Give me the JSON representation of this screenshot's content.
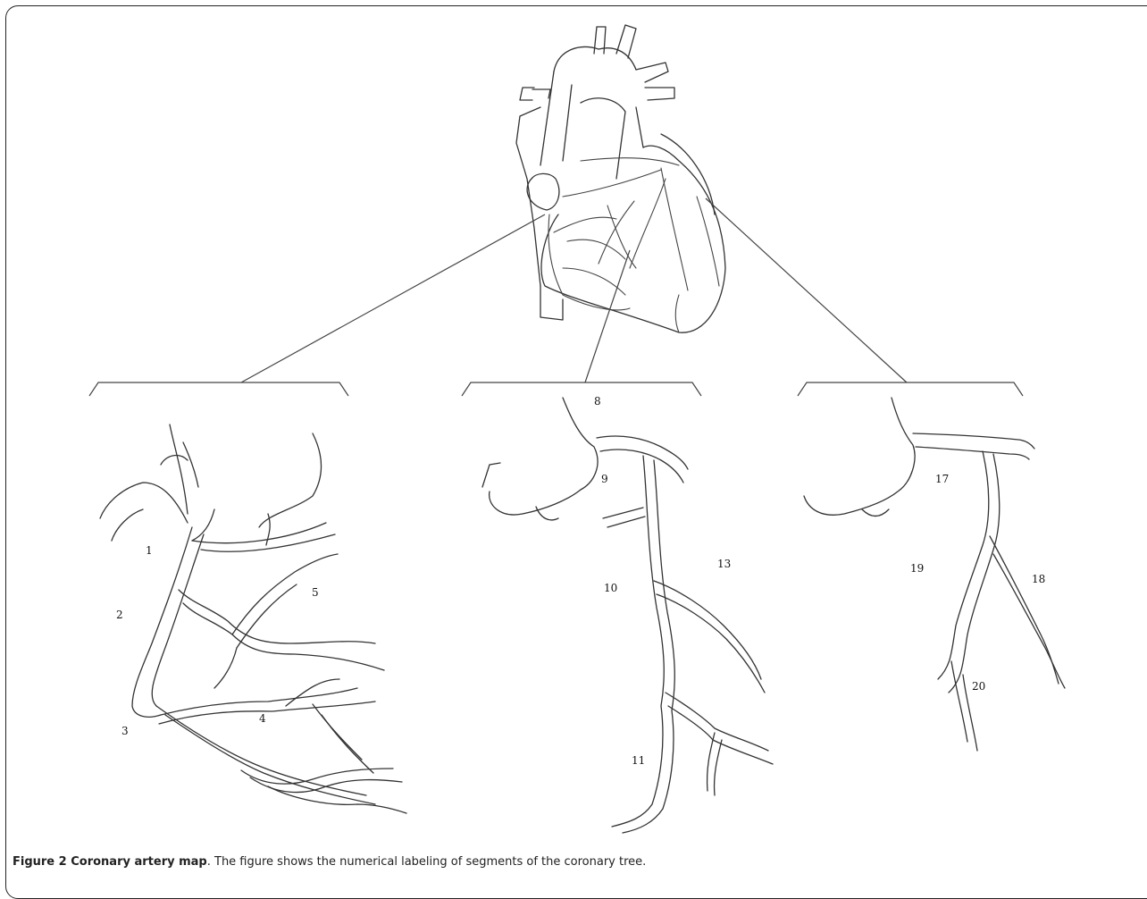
{
  "caption": {
    "bold": "Figure 2 Coronary artery map",
    "text": ". The figure shows the numerical labeling of segments of the coronary tree."
  },
  "segments": {
    "s1": "1",
    "s2": "2",
    "s3": "3",
    "s4": "4",
    "s5": "5",
    "s8": "8",
    "s9": "9",
    "s10": "10",
    "s11": "11",
    "s13": "13",
    "s17": "17",
    "s18": "18",
    "s19": "19",
    "s20": "20"
  }
}
